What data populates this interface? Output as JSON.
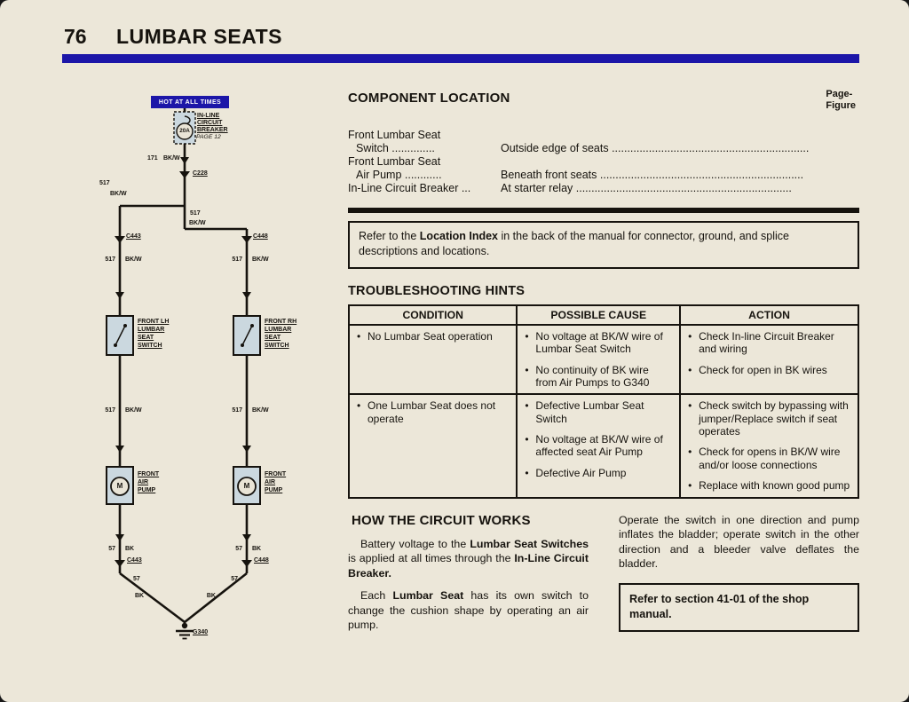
{
  "page": {
    "number": "76",
    "title": "LUMBAR SEATS"
  },
  "diagram": {
    "hot": "HOT AT ALL TIMES",
    "breaker_line1": "IN-LINE",
    "breaker_line2": "CIRCUIT",
    "breaker_line3": "BREAKER",
    "breaker_page": "PAGE 12",
    "breaker_amp": "20A",
    "wire_171": "171",
    "color_bkw": "BK/W",
    "c228": "C228",
    "wire_517": "517",
    "c443": "C443",
    "c448": "C448",
    "switch_lh": [
      "FRONT LH",
      "LUMBAR",
      "SEAT",
      "SWITCH"
    ],
    "switch_rh": [
      "FRONT RH",
      "LUMBAR",
      "SEAT",
      "SWITCH"
    ],
    "pump": [
      "FRONT",
      "AIR",
      "PUMP"
    ],
    "motor": "M",
    "wire_57": "57",
    "color_bk": "BK",
    "g340": "G340"
  },
  "component_location": {
    "heading": "COMPONENT LOCATION",
    "page_label": "Page-",
    "figure_label": "Figure",
    "rows": [
      {
        "name_line1": "Front Lumbar Seat",
        "name_line2": "Switch ..............",
        "location": "Outside edge of seats ................................................................"
      },
      {
        "name_line1": "Front Lumbar Seat",
        "name_line2": "Air Pump ............",
        "location": "Beneath front seats .................................................................."
      },
      {
        "name_line2": "In-Line Circuit Breaker ...",
        "location": "At starter relay ......................................................................"
      }
    ]
  },
  "note": {
    "pre": "Refer to the ",
    "bold": "Location Index",
    "post": " in the back of the manual for connector, ground, and splice descriptions and locations."
  },
  "troubleshooting": {
    "heading": "TROUBLESHOOTING HINTS",
    "headers": [
      "CONDITION",
      "POSSIBLE CAUSE",
      "ACTION"
    ],
    "rows": [
      {
        "condition": "No Lumbar Seat operation",
        "causes": [
          "No voltage at BK/W wire of Lumbar Seat Switch",
          "No continuity of BK wire from Air Pumps to G340"
        ],
        "actions": [
          "Check In-line Circuit Breaker and wiring",
          "Check for open in BK wires"
        ]
      },
      {
        "condition": "One Lumbar Seat does not operate",
        "causes": [
          "Defective Lumbar Seat Switch",
          "No voltage at BK/W wire of affected seat Air Pump",
          "Defective Air Pump"
        ],
        "actions": [
          "Check switch by bypassing with jumper/Replace switch if seat operates",
          "Check for opens in BK/W wire and/or loose connections",
          "Replace with known good pump"
        ]
      }
    ]
  },
  "how": {
    "heading": "HOW THE CIRCUIT WORKS",
    "p1": [
      "Battery voltage to the ",
      "Lumbar Seat Switches",
      " is applied at all times through the ",
      "In-Line Circuit Breaker."
    ],
    "p2": [
      "Each ",
      "Lumbar Seat",
      " has its own switch to change the cushion shape by operating an air pump."
    ],
    "p3": "Operate the switch in one direction and pump inflates the bladder; operate switch in the other direction and a bleeder valve deflates the bladder.",
    "refer": "Refer to section 41-01 of the shop manual."
  }
}
